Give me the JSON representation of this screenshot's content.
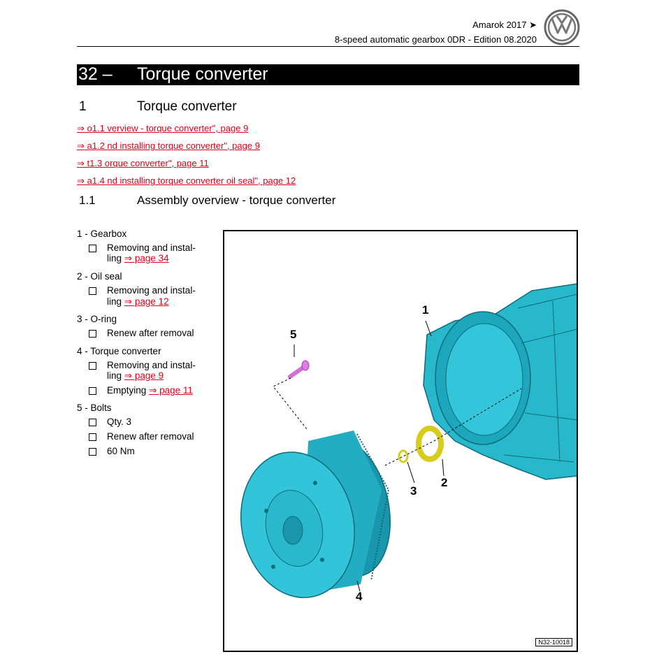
{
  "header": {
    "model": "Amarok 2017 ➤",
    "edition": "8-speed automatic gearbox 0DR - Edition 08.2020"
  },
  "chapter": {
    "number": "32 –",
    "title": "Torque converter"
  },
  "section": {
    "number": "1",
    "title": "Torque converter"
  },
  "links": [
    "⇒ o1.1 verview - torque converter\", page 9",
    "⇒ a1.2 nd installing torque converter\", page 9",
    "⇒ t1.3 orque converter\", page 11",
    "⇒ a1.4 nd installing torque converter oil seal\", page 12"
  ],
  "subsection": {
    "number": "1.1",
    "title": "Assembly overview - torque converter"
  },
  "legend": {
    "item1": {
      "title": "1 - Gearbox",
      "b1_l1": "Removing and instal-",
      "b1_l2": "ling ",
      "b1_link": "⇒ page 34"
    },
    "item2": {
      "title": "2 - Oil seal",
      "b1_l1": "Removing and instal-",
      "b1_l2": "ling ",
      "b1_link": "⇒ page 12"
    },
    "item3": {
      "title": "3 - O-ring",
      "b1": "Renew after removal"
    },
    "item4": {
      "title": "4 - Torque converter",
      "b1_l1": "Removing and instal-",
      "b1_l2": "ling ",
      "b1_link": "⇒ page 9",
      "b2": "Emptying ",
      "b2_link": "⇒ page 11"
    },
    "item5": {
      "title": "5 - Bolts",
      "b1": "Qty. 3",
      "b2": "Renew after removal",
      "b3": "60 Nm"
    }
  },
  "figure": {
    "code": "N32-10018",
    "callouts": [
      "1",
      "2",
      "3",
      "4",
      "5"
    ]
  }
}
